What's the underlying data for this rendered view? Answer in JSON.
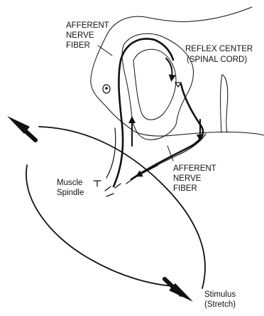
{
  "labels": {
    "afferent_top_line1": "AFFERENT",
    "afferent_top_line2": "NERVE",
    "afferent_top_line3": "FIBER",
    "reflex_line1": "REFLEX CENTER",
    "reflex_line2": "(SPINAL CORD)",
    "afferent_right_line1": "AFFERENT",
    "afferent_right_line2": "NERVE",
    "afferent_right_line3": "FIBER",
    "muscle_line1": "Muscle",
    "muscle_line2": "Spindle",
    "stimulus_line1": "Stimulus",
    "stimulus_line2": "(Stretch)"
  },
  "colors": {
    "ink": "#111111",
    "background": "#ffffff"
  }
}
